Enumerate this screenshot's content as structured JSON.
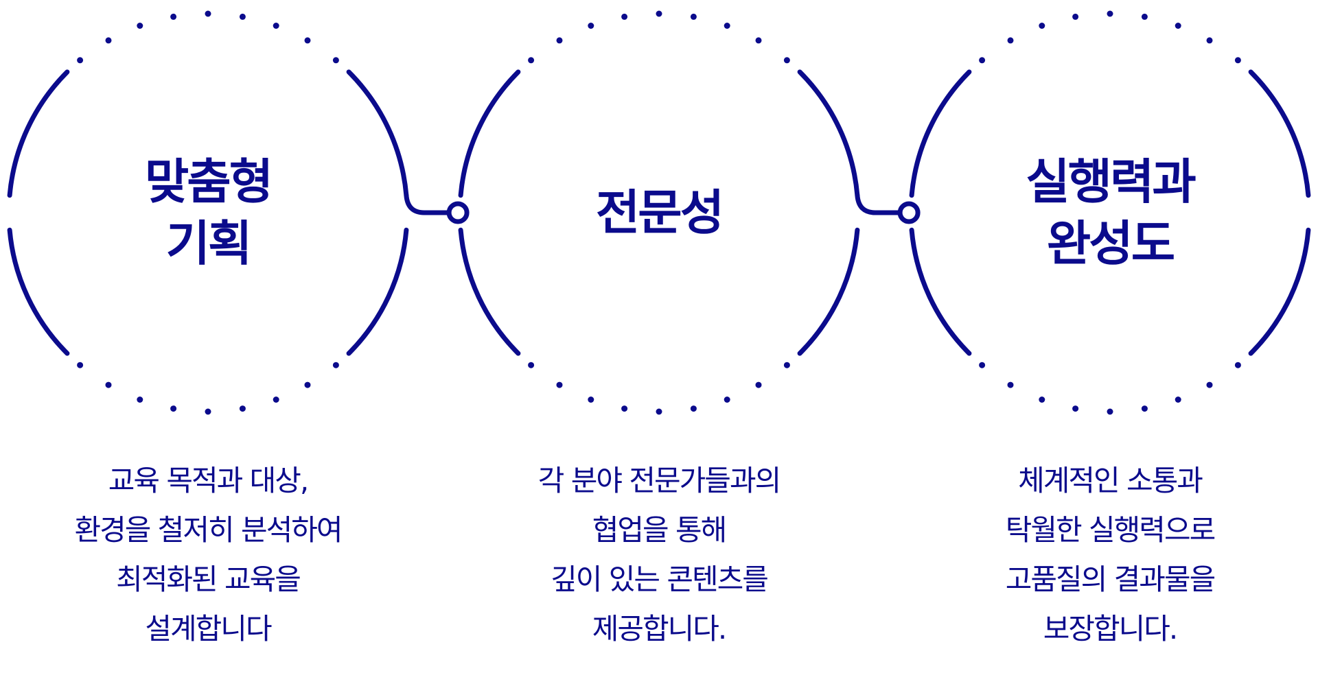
{
  "colors": {
    "primary": "#0b0b8c",
    "background": "#ffffff"
  },
  "circles": [
    {
      "title_lines": [
        "맞춤형",
        "기획"
      ],
      "caption_lines": [
        "교육 목적과 대상,",
        "환경을 철저히 분석하여",
        "최적화된 교육을",
        "설계합니다"
      ]
    },
    {
      "title_lines": [
        "전문성"
      ],
      "caption_lines": [
        "각 분야 전문가들과의",
        "협업을 통해",
        "깊이 있는 콘텐츠를",
        "제공합니다."
      ]
    },
    {
      "title_lines": [
        "실행력과",
        "완성도"
      ],
      "caption_lines": [
        "체계적인 소통과",
        "탁월한 실행력으로",
        "고품질의 결과물을",
        "보장합니다."
      ]
    }
  ]
}
